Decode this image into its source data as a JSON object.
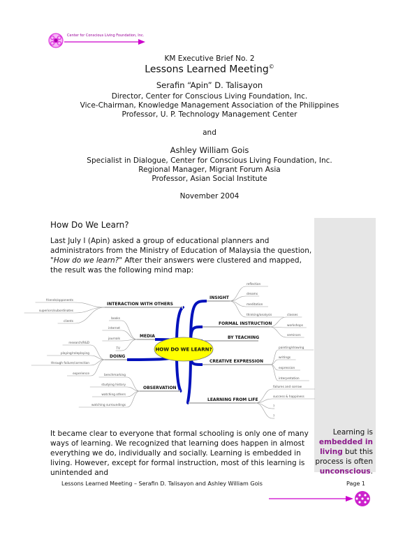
{
  "header": {
    "org": "Center for Conscious Living Foundation, Inc.",
    "accent": "#cc00cc"
  },
  "title": {
    "series": "KM Executive Brief No. 2",
    "main": "Lessons Learned Meeting",
    "mark": "©"
  },
  "authors": [
    {
      "name": "Serafin “Apin” D. Talisayon",
      "roles": [
        "Director, Center for Conscious Living Foundation, Inc.",
        "Vice-Chairman, Knowledge Management Association of the Philippines",
        "Professor, U. P. Technology Management Center"
      ]
    },
    {
      "name": "Ashley William Gois",
      "roles": [
        "Specialist in Dialogue, Center for Conscious Living Foundation, Inc.",
        "Regional Manager, Migrant Forum Asia",
        "Professor, Asian Social Institute"
      ]
    }
  ],
  "and": "and",
  "date": "November 2004",
  "section": "How Do We Learn?",
  "para1_a": "Last July I (Apin) asked a group of educational planners and administrators from the Ministry of Education of Malaysia the question, ",
  "para1_q": "\"How do we learn?\"",
  "para1_b": " After their answers were clustered and mapped, the result was the following mind map:",
  "mindmap": {
    "center": "HOW DO WE LEARN?",
    "branches": [
      {
        "label": "INTERACTION WITH OTHERS",
        "leaves": [
          "friends/opponents",
          "superiors/subordinates",
          "clients"
        ]
      },
      {
        "label": "MEDIA",
        "leaves": [
          "books",
          "internet",
          "journals",
          "TV"
        ]
      },
      {
        "label": "DOING",
        "leaves": [
          "research/R&D",
          "playing/roleplaying",
          "through failure/correction",
          "experience"
        ]
      },
      {
        "label": "OBSERVATION",
        "leaves": [
          "benchmarking",
          "studying history",
          "watching others",
          "watching surroundings"
        ]
      },
      {
        "label": "INSIGHT",
        "leaves": [
          "reflection",
          "dreams",
          "meditation",
          "thinking/analysis"
        ]
      },
      {
        "label": "FORMAL INSTRUCTION",
        "leaves": [
          "classes",
          "workshops",
          "seminars"
        ]
      },
      {
        "label": "BY TEACHING",
        "leaves": []
      },
      {
        "label": "CREATIVE EXPRESSION",
        "leaves": [
          "painting/drawing",
          "writings",
          "expression",
          "interpretation"
        ]
      },
      {
        "label": "LEARNING FROM LIFE",
        "leaves": [
          "failures and sorrow",
          "success & happiness",
          "?",
          "?"
        ]
      }
    ]
  },
  "para2": "It became clear to everyone that formal schooling is only one of many ways of learning. We recognized that learning does happen in almost everything we do, individually and socially. Learning is embedded in living. However, except for formal instruction, most of this learning is unintended and",
  "pullquote": {
    "p1": "Learning is ",
    "h1": "embedded in living",
    "p2": " but this process is often ",
    "h2": "unconscious",
    "p3": "."
  },
  "footer": {
    "left": "Lessons Learned Meeting – Serafin D. Talisayon and Ashley William Gois",
    "page": "Page 1"
  }
}
